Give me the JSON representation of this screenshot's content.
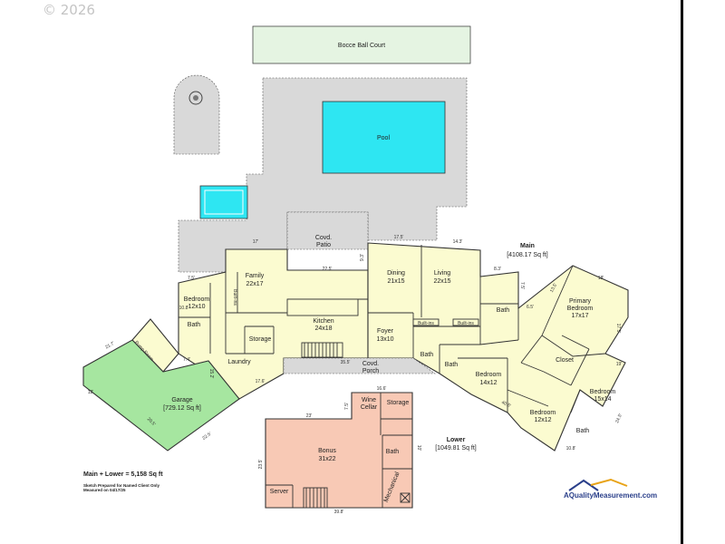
{
  "watermark": "© 2026",
  "colors": {
    "main_floor": "#fbfbd0",
    "lower_floor": "#f8c9b5",
    "garage": "#a6e6a0",
    "hardscape": "#d9d9d9",
    "pool": "#2ee6f2",
    "court": "#e5f4e2",
    "wall": "#333333"
  },
  "outdoor": {
    "bocce": "Bocce Ball Court",
    "pool": "Pool",
    "patio_name": "Covd.",
    "patio_sub": "Patio"
  },
  "main": {
    "title": "Main",
    "area": "[4108.17 Sq ft]"
  },
  "lower": {
    "title": "Lower",
    "area": "[1049.81 Sq ft]"
  },
  "garage": {
    "name": "Garage",
    "area": "[729.12 Sq ft]"
  },
  "rooms": {
    "bedroom_w": [
      "Bedroom",
      "12x10"
    ],
    "bath_w": "Bath",
    "family": [
      "Family",
      "22x17"
    ],
    "built_ins_v": "Built-ins",
    "kitchen": [
      "Kitchen",
      "24x18"
    ],
    "storage_main": "Storage",
    "laundry": "Laundry",
    "pump_room": "Pump Room",
    "dining": [
      "Dining",
      "21x15"
    ],
    "living": [
      "Living",
      "22x15"
    ],
    "foyer": [
      "Foyer",
      "13x10"
    ],
    "built_ins_1": "Built-ins",
    "built_ins_2": "Built-ins",
    "covd_porch": [
      "Covd.",
      "Porch"
    ],
    "bath_foyer": "Bath",
    "bath_mid": "Bath",
    "bath_primary": "Bath",
    "primary": [
      "Primary",
      "Bedroom",
      "17x17"
    ],
    "closet": "Closet",
    "bedroom_e1": [
      "Bedroom",
      "14x12"
    ],
    "bedroom_e2": [
      "Bedroom",
      "12x12"
    ],
    "bedroom_e3": [
      "Bedroom",
      "15x14"
    ],
    "bath_e": "Bath",
    "bonus": [
      "Bonus",
      "31x22"
    ],
    "wine": [
      "Wine",
      "Cellar"
    ],
    "storage_lower": "Storage",
    "bath_lower": "Bath",
    "server": "Server",
    "mechanical": "Mechanical"
  },
  "dimensions": {
    "d17": "17'",
    "d17_5": "17.5'",
    "d14_3": "14.3'",
    "d22_5": "22.5'",
    "d9_3": "9.3'",
    "d8_3": "8.3'",
    "d7_5": "7.5'",
    "d7_5b": "7.5'",
    "d10_8": "10.8'",
    "d21_7": "21.7'",
    "d12": "12'",
    "d20_5": "20.5'",
    "d22_5b": "22.5'",
    "d7_4": "7.4'",
    "d15_2": "15.2'",
    "d17_6": "17.6'",
    "d35_5": "35.5'",
    "d18": "18'",
    "d13_5": "13.5'",
    "d17_5b": "17.5'",
    "d19": "19'",
    "d6_5": "6.5'",
    "d40_5": "40.5'",
    "d24_5": "24.5'",
    "d10_8b": "10.8'",
    "d16_6": "16.6'",
    "d23": "23'",
    "d7_5c": "7.5'",
    "d23_5": "23.5'",
    "d10": "10'",
    "d39_8": "39.8'"
  },
  "footer": {
    "total": "Main + Lower = 5,158 Sq ft",
    "sketch_1": "Sketch Prepared for Named Client Only",
    "sketch_2": "Measured on 04/17/25"
  },
  "logo": {
    "text": "AQualityMeasurement.com"
  }
}
